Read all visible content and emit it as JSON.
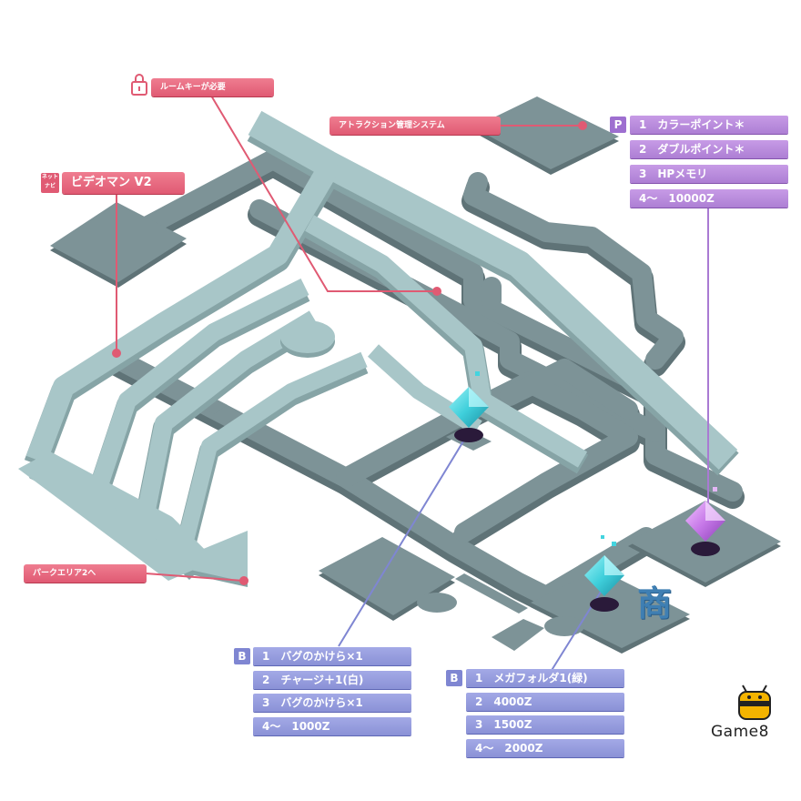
{
  "callouts": {
    "room_key": "ルームキーが必要",
    "attraction": "アトラクション管理システム",
    "park_area": "パークエリア2へ",
    "navi_tag": "ネット\nナビ",
    "videoman": "ビデオマン V2"
  },
  "icons": {
    "lock": "lock-icon",
    "bee_logo": "bee-logo-icon"
  },
  "list_p": {
    "tag": "P",
    "items": [
      "1　カラーポイント＊",
      "2　ダブルポイント＊",
      "3　HPメモリ",
      "4〜　10000Z"
    ]
  },
  "list_b1": {
    "tag": "B",
    "items": [
      "1　バグのかけら×1",
      "2　チャージ＋1(白)",
      "3　バグのかけら×1",
      "4〜　1000Z"
    ]
  },
  "list_b2": {
    "tag": "B",
    "items": [
      "1　メガフォルダ1(緑)",
      "2　4000Z",
      "3　1500Z",
      "4〜　2000Z"
    ]
  },
  "shop_label": "商",
  "logo": "Game8",
  "colors": {
    "dark_path": "#7d9397",
    "light_path": "#a8c6c8",
    "pink": "#e05a73",
    "blue_line": "#7f86d2",
    "purple_line": "#a97ad3",
    "cyan_crystal": "#43d4df",
    "purple_crystal": "#c678e8"
  }
}
